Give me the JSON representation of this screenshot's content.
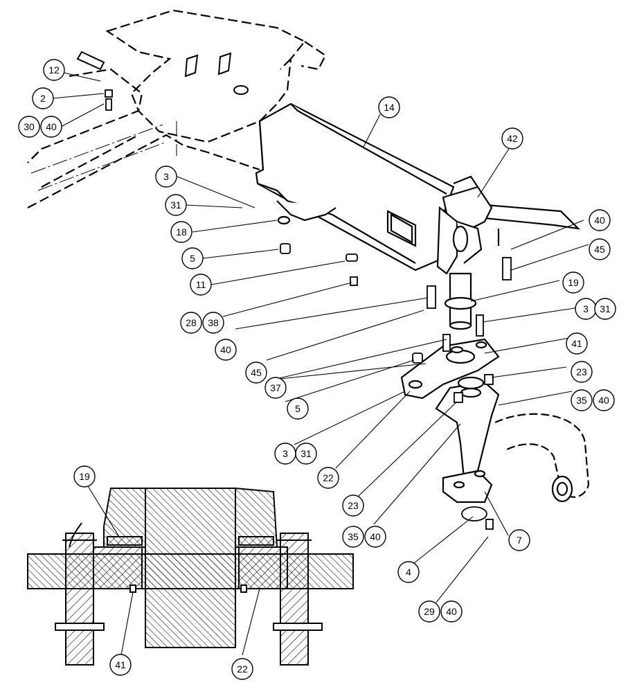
{
  "diagram": {
    "callouts": [
      {
        "id": "c12",
        "label": "12"
      },
      {
        "id": "c2",
        "label": "2"
      },
      {
        "id": "c30",
        "label": "30"
      },
      {
        "id": "c40a",
        "label": "40"
      },
      {
        "id": "c14",
        "label": "14"
      },
      {
        "id": "c42",
        "label": "42"
      },
      {
        "id": "c3a",
        "label": "3"
      },
      {
        "id": "c31a",
        "label": "31"
      },
      {
        "id": "c18",
        "label": "18"
      },
      {
        "id": "c5a",
        "label": "5"
      },
      {
        "id": "c11",
        "label": "11"
      },
      {
        "id": "c28",
        "label": "28"
      },
      {
        "id": "c38",
        "label": "38"
      },
      {
        "id": "c40b",
        "label": "40"
      },
      {
        "id": "c45a",
        "label": "45"
      },
      {
        "id": "c37",
        "label": "37"
      },
      {
        "id": "c5b",
        "label": "5"
      },
      {
        "id": "c3b",
        "label": "3"
      },
      {
        "id": "c31b",
        "label": "31"
      },
      {
        "id": "c22a",
        "label": "22"
      },
      {
        "id": "c23a",
        "label": "23"
      },
      {
        "id": "c35a",
        "label": "35"
      },
      {
        "id": "c40c",
        "label": "40"
      },
      {
        "id": "c4",
        "label": "4"
      },
      {
        "id": "c29",
        "label": "29"
      },
      {
        "id": "c40d",
        "label": "40"
      },
      {
        "id": "c7",
        "label": "7"
      },
      {
        "id": "c35b",
        "label": "35"
      },
      {
        "id": "c40e",
        "label": "40"
      },
      {
        "id": "c23b",
        "label": "23"
      },
      {
        "id": "c41a",
        "label": "41"
      },
      {
        "id": "c3c",
        "label": "3"
      },
      {
        "id": "c31c",
        "label": "31"
      },
      {
        "id": "c19a",
        "label": "19"
      },
      {
        "id": "c45b",
        "label": "45"
      },
      {
        "id": "c40f",
        "label": "40"
      },
      {
        "id": "c19b",
        "label": "19"
      },
      {
        "id": "c41b",
        "label": "41"
      },
      {
        "id": "c22b",
        "label": "22"
      }
    ]
  }
}
